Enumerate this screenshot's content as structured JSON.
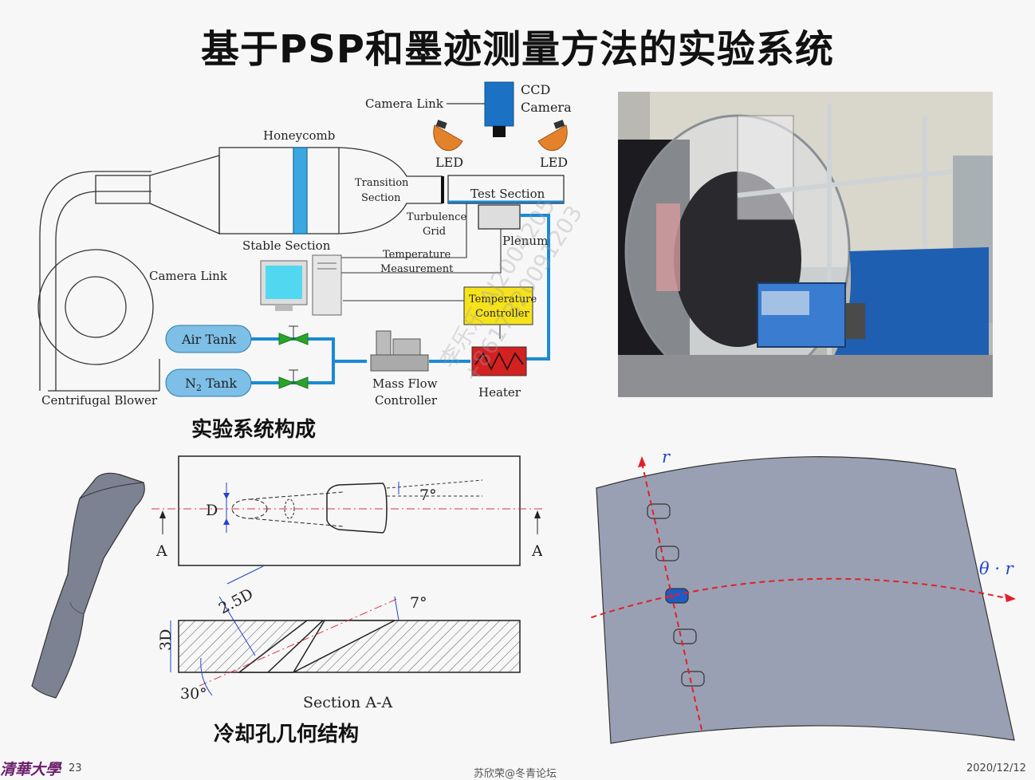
{
  "title": "基于PSP和墨迹测量方法的实验系统",
  "captions": {
    "system": "实验系统构成",
    "geometry": "冷却孔几何结构"
  },
  "schematic": {
    "camera_link_top": "Camera Link",
    "ccd_line1": "CCD",
    "ccd_line2": "Camera",
    "led_left": "LED",
    "led_right": "LED",
    "honeycomb": "Honeycomb",
    "transition_line1": "Transition",
    "transition_line2": "Section",
    "test_section": "Test Section",
    "turbulence_line1": "Turbulence",
    "turbulence_line2": "Grid",
    "plenum": "Plenum",
    "stable_section": "Stable Section",
    "temperature_meas_line1": "Temperature",
    "temperature_meas_line2": "Measurement",
    "camera_link_left": "Camera Link",
    "temp_controller_line1": "Temperature",
    "temp_controller_line2": "Controller",
    "air_tank": "Air Tank",
    "n2_tank_prefix": "N",
    "n2_tank_sub": "2",
    "n2_tank_suffix": " Tank",
    "mass_flow_line1": "Mass Flow",
    "mass_flow_line2": "Controller",
    "heater": "Heater",
    "centrifugal_blower": "Centrifugal Blower"
  },
  "geometry": {
    "d_label": "D",
    "angle_top": "7°",
    "section_a_left": "A",
    "section_a_right": "A",
    "dim_25d": "2.5D",
    "angle_side": "7°",
    "dim_3d": "3D",
    "angle_30": "30°",
    "section_label": "Section A-A"
  },
  "coords": {
    "r_label": "r",
    "theta_label": "θ · r"
  },
  "watermark": {
    "line1": "李乐乐 AJ2004205",
    "line2": "+8617320091203"
  },
  "footer": {
    "logo": "清華大學",
    "page": "23",
    "center": "苏欣荣@冬青论坛",
    "date": "2020/12/12"
  },
  "colors": {
    "pipe_blue": "#1a8ad4",
    "tank_fill": "#7dbfe6",
    "controller_yellow": "#f6e21a",
    "heater_red": "#d42020",
    "led_orange": "#e4822c",
    "ccd_blue": "#1b72c4",
    "plate_gray": "#9aa0b3",
    "axis_red": "#e0202a"
  }
}
